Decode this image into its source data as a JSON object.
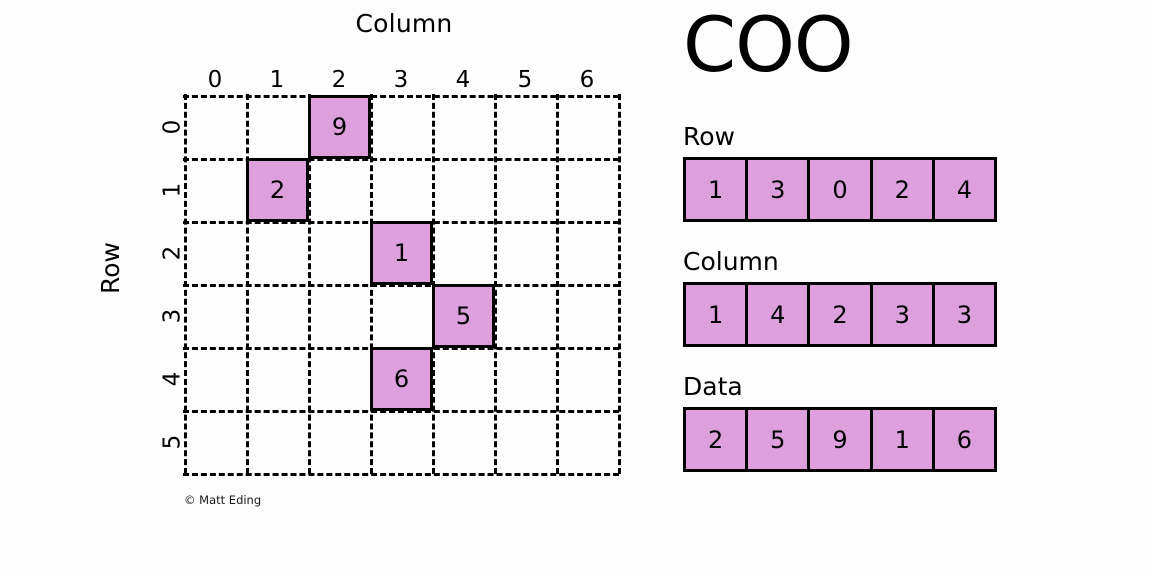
{
  "figure": {
    "title": "COO",
    "attribution": "© Matt Eding",
    "accent_color": "#dda0dd",
    "line_color": "#000000",
    "background_color": "#fdfdfd"
  },
  "matrix": {
    "column_axis_title": "Column",
    "row_axis_title": "Row",
    "n_rows": 6,
    "n_cols": 7,
    "column_ticks": [
      "0",
      "1",
      "2",
      "3",
      "4",
      "5",
      "6"
    ],
    "row_ticks": [
      "0",
      "1",
      "2",
      "3",
      "4",
      "5"
    ],
    "cells": [
      {
        "row": 0,
        "col": 2,
        "value": "9"
      },
      {
        "row": 1,
        "col": 1,
        "value": "2"
      },
      {
        "row": 2,
        "col": 3,
        "value": "1"
      },
      {
        "row": 3,
        "col": 4,
        "value": "5"
      },
      {
        "row": 4,
        "col": 3,
        "value": "6"
      }
    ]
  },
  "coo": {
    "arrays": [
      {
        "label": "Row",
        "values": [
          "1",
          "3",
          "0",
          "2",
          "4"
        ]
      },
      {
        "label": "Column",
        "values": [
          "1",
          "4",
          "2",
          "3",
          "3"
        ]
      },
      {
        "label": "Data",
        "values": [
          "2",
          "5",
          "9",
          "1",
          "6"
        ]
      }
    ]
  },
  "chart_data": {
    "type": "heatmap",
    "title": "COO",
    "xlabel": "Column",
    "ylabel": "Row",
    "grid": true,
    "legend": "none",
    "x": [
      0,
      1,
      2,
      3,
      4,
      5,
      6
    ],
    "y": [
      0,
      1,
      2,
      3,
      4,
      5
    ],
    "xlim": [
      0,
      7
    ],
    "ylim": [
      0,
      6
    ],
    "nonzero_entries": [
      {
        "row": 0,
        "col": 2,
        "value": 9
      },
      {
        "row": 1,
        "col": 1,
        "value": 2
      },
      {
        "row": 2,
        "col": 3,
        "value": 1
      },
      {
        "row": 3,
        "col": 4,
        "value": 5
      },
      {
        "row": 4,
        "col": 3,
        "value": 6
      }
    ],
    "matrix": [
      [
        0,
        0,
        9,
        0,
        0,
        0,
        0
      ],
      [
        0,
        2,
        0,
        0,
        0,
        0,
        0
      ],
      [
        0,
        0,
        0,
        1,
        0,
        0,
        0
      ],
      [
        0,
        0,
        0,
        0,
        5,
        0,
        0
      ],
      [
        0,
        0,
        0,
        6,
        0,
        0,
        0
      ],
      [
        0,
        0,
        0,
        0,
        0,
        0,
        0
      ]
    ],
    "coo_row": [
      1,
      3,
      0,
      2,
      4
    ],
    "coo_col": [
      1,
      4,
      2,
      3,
      3
    ],
    "coo_data": [
      2,
      5,
      9,
      1,
      6
    ],
    "annotations": [
      "© Matt Eding"
    ]
  }
}
